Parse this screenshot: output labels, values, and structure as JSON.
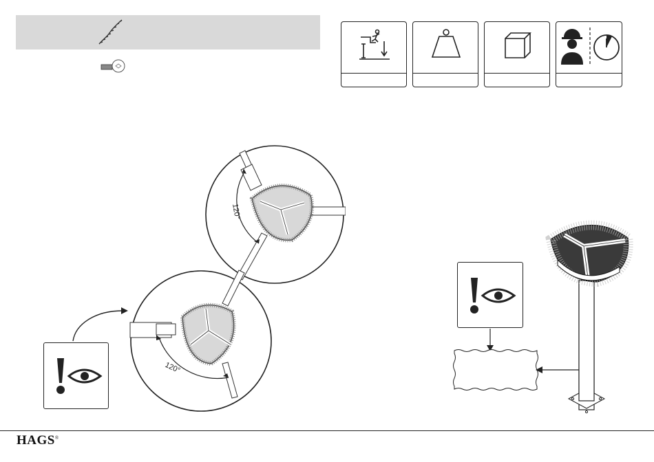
{
  "brand": {
    "name": "HAGS",
    "mark": "®"
  },
  "parts": [
    {
      "icon": "chain-icon"
    },
    {
      "icon": "bolt-icon"
    }
  ],
  "info_icons": [
    "fall-height-icon",
    "weight-icon",
    "box-volume-icon",
    "installer-time-icon"
  ],
  "details": [
    {
      "angle_label": "120°"
    },
    {
      "angle_label": "120°"
    }
  ],
  "warnings": [
    "attention-eye-icon",
    "attention-eye-icon"
  ]
}
